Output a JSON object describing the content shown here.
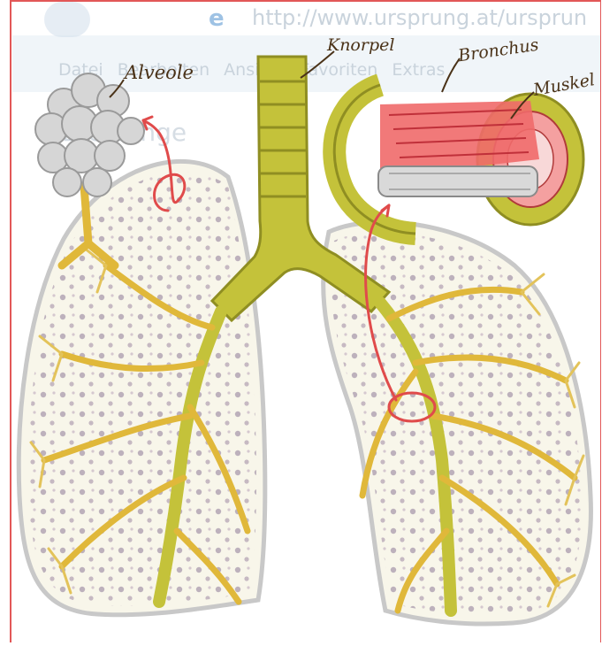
{
  "ghost": {
    "url": "http://www.ursprung.at/ursprun",
    "menu": "Datei Bearbeiten Ansicht Favoriten Extras",
    "heading": "Die Lunge"
  },
  "labels": {
    "alveole": "Alveole",
    "knorpel": "Knorpel",
    "bronchus": "Bronchus",
    "muskel": "Muskel"
  },
  "colors": {
    "frame": "#e25757",
    "airway": "#c4c23a",
    "airway_dark": "#8f8e22",
    "branch": "#e0b83a",
    "alveoli": "#a89aa8",
    "arrow": "#e04b4b",
    "muscle": "#f06a6a",
    "lung_outline": "#c8c8c8",
    "lung_fill": "#f8f6ea"
  }
}
